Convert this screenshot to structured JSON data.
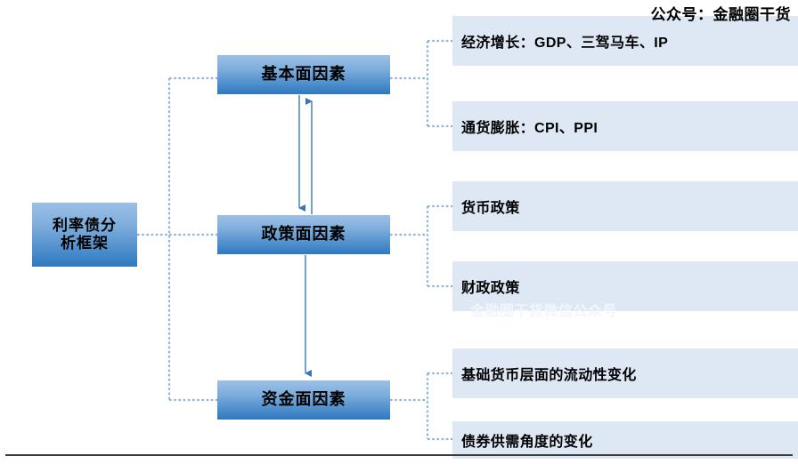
{
  "diagram": {
    "title_watermark": "公众号：金融圈干货",
    "ghost_watermark": "金融圈干货微信公众号",
    "root": {
      "label_line1": "利率债分",
      "label_line2": "析框架"
    },
    "branches": [
      {
        "id": "fundamental",
        "label": "基本面因素",
        "details": [
          "经济增长：GDP、三驾马车、IP",
          "通货膨胀：CPI、PPI"
        ]
      },
      {
        "id": "policy",
        "label": "政策面因素",
        "details": [
          "货币政策",
          "财政政策"
        ]
      },
      {
        "id": "liquidity",
        "label": "资金面因素",
        "details": [
          "基础货币层面的流动性变化",
          "债券供需角度的变化"
        ]
      }
    ],
    "colors": {
      "node_gradient_top": "#9CC0E6",
      "node_gradient_bottom": "#2F79BE",
      "detail_bar_bg": "#DEE8F5",
      "connector": "#8FB4D9",
      "arrow": "#3C74B8",
      "rule": "#3D3B39"
    }
  }
}
